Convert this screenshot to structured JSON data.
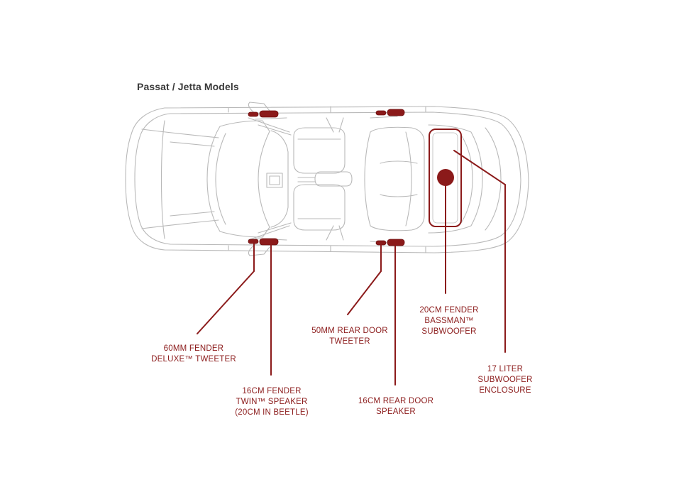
{
  "title": "Passat / Jetta Models",
  "colors": {
    "accent": "#8b1a1a",
    "outline": "#b9b9b9",
    "label": "#8c1c1c",
    "title": "#3a3a3a"
  },
  "callouts": {
    "tweeter_60mm": [
      "60MM FENDER",
      "DELUXE™ TWEETER"
    ],
    "speaker_16cm_front": [
      "16CM FENDER",
      "TWIN™ SPEAKER",
      "(20CM IN BEETLE)"
    ],
    "tweeter_50mm_rear": [
      "50MM REAR DOOR",
      "TWEETER"
    ],
    "speaker_16cm_rear": [
      "16CM REAR DOOR",
      "SPEAKER"
    ],
    "subwoofer_20cm": [
      "20CM FENDER",
      "BASSMAN™",
      "SUBWOOFER"
    ],
    "enclosure_17l": [
      "17 LITER",
      "SUBWOOFER",
      "ENCLOSURE"
    ]
  }
}
